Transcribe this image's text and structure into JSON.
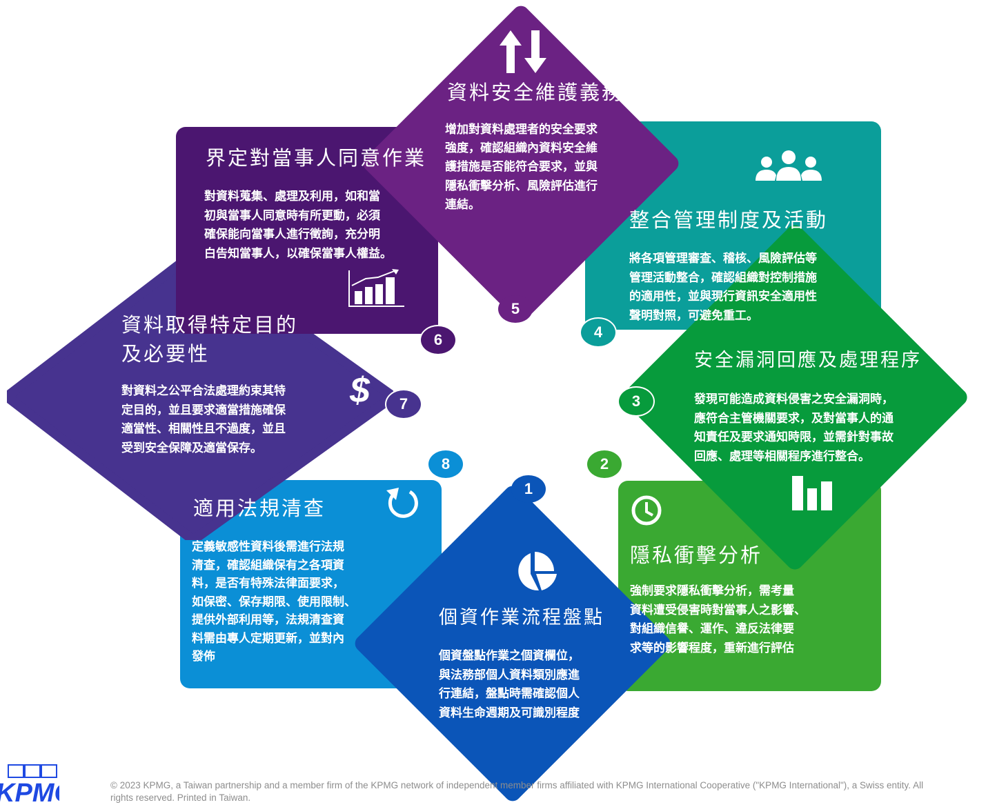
{
  "steps": [
    {
      "number": "1",
      "title": "個資作業流程盤點",
      "desc": "個資盤點作業之個資欄位，\n與法務部個人資料類別應進\n行連結，盤點時需確認個人\n資料生命週期及可識別程度",
      "color": "#0b55b8",
      "icon": "pie-chart-icon"
    },
    {
      "number": "2",
      "title": "隱私衝擊分析",
      "desc": "強制要求隱私衝擊分析，需考量\n資料遭受侵害時對當事人之影響、\n對組織信譽、運作、違反法律要\n求等的影響程度，重新進行評估",
      "color": "#3aa932",
      "icon": "clock-icon"
    },
    {
      "number": "3",
      "title": "安全漏洞回應及處理程序",
      "desc": "發現可能造成資料侵害之安全漏洞時，\n應符合主管機關要求，及對當事人的通\n知責任及要求通知時限，並需針對事故\n回應、處理等相關程序進行整合。",
      "color": "#079b3c",
      "icon": "bar-chart-icon"
    },
    {
      "number": "4",
      "title": "整合管理制度及活動",
      "desc": "將各項管理審查、稽核、風險評估等\n管理活動整合，確認組織對控制措施\n的適用性，並與現行資訊安全適用性\n聲明對照，可避免重工。",
      "color": "#0b9e9a",
      "icon": "people-icon"
    },
    {
      "number": "5",
      "title": "資料安全維護義務",
      "desc": "增加對資料處理者的安全要求\n強度，確認組織內資料安全維\n護措施是否能符合要求，並與\n隱私衝擊分析、風險評估進行\n連結。",
      "color": "#6b2283",
      "icon": "arrows-updown-icon"
    },
    {
      "number": "6",
      "title": "界定對當事人同意作業",
      "desc": "對資料蒐集、處理及利用，如和當\n初與當事人同意時有所更動，必須\n確保能向當事人進行徵詢，充分明\n白告知當事人，以確保當事人權益。",
      "color": "#4b1670",
      "icon": "growth-chart-icon"
    },
    {
      "number": "7",
      "title": "資料取得特定目的\n及必要性",
      "desc": "對資料之公平合法處理約束其特\n定目的，並且要求適當措施確保\n適當性、相關性且不過度，並且\n受到安全保障及適當保存。",
      "color": "#47338f",
      "icon": "dollar-icon"
    },
    {
      "number": "8",
      "title": "適用法規清查",
      "desc": "定義敏感性資料後需進行法規\n清查，確認組織保有之各項資\n料，是否有特殊法律面要求，\n如保密、保存期限、使用限制、\n提供外部利用等，法規清查資\n料需由專人定期更新，並對內\n發佈",
      "color": "#0b8fd6",
      "icon": "refresh-icon"
    }
  ],
  "footer": {
    "text": "© 2023 KPMG, a Taiwan partnership and a member firm of the KPMG network of independent member firms affiliated with KPMG International Cooperative (\"KPMG International\"), a Swiss entity. All rights reserved. Printed in Taiwan."
  },
  "logo": {
    "text": "KPMG",
    "color": "#1e49e2"
  }
}
